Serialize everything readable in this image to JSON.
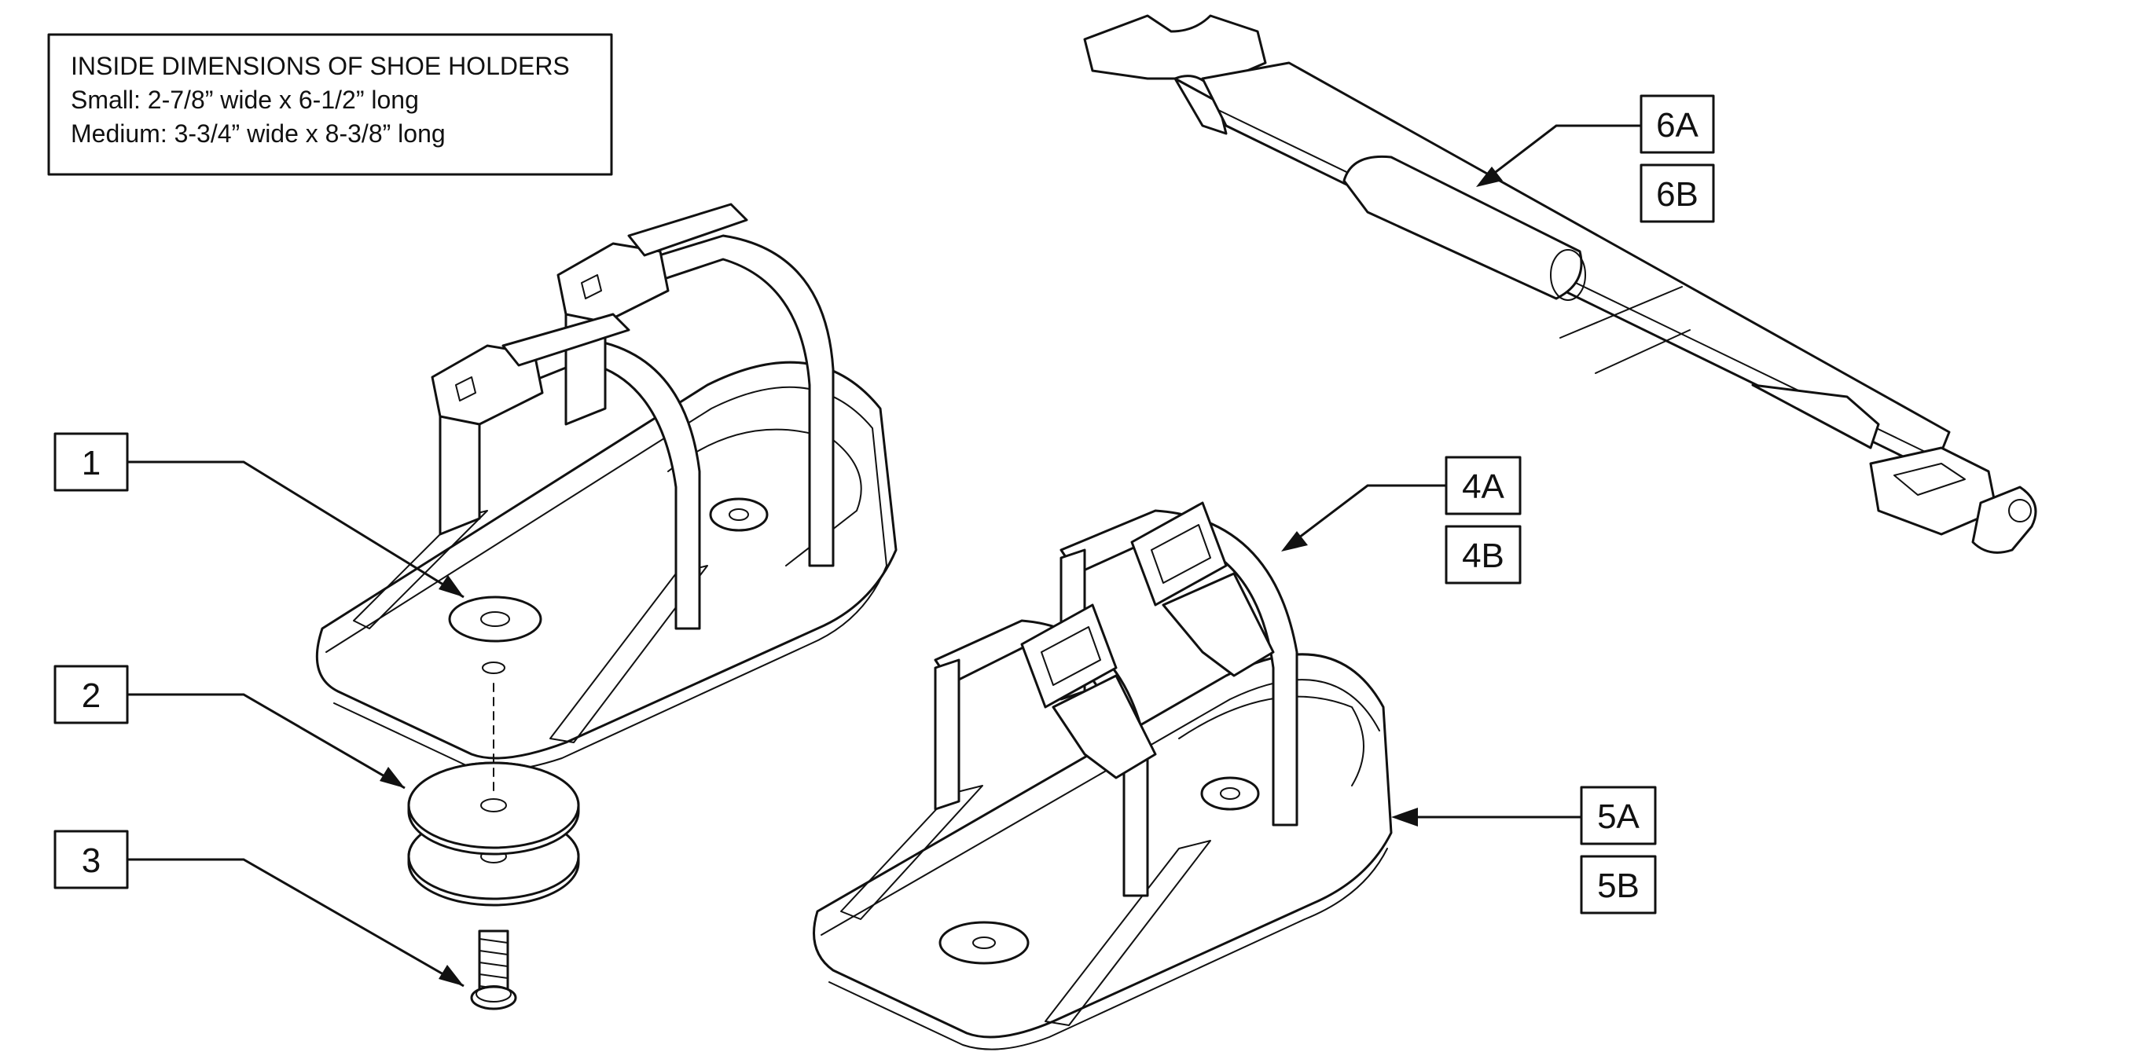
{
  "note": {
    "heading": "INSIDE DIMENSIONS OF SHOE HOLDERS",
    "line1": "Small: 2-7/8” wide x 6-1/2” long",
    "line2": "Medium: 3-3/4” wide x 8-3/8” long"
  },
  "callouts": {
    "c1": "1",
    "c2": "2",
    "c3": "3",
    "c4a": "4A",
    "c4b": "4B",
    "c5a": "5A",
    "c5b": "5B",
    "c6a": "6A",
    "c6b": "6B"
  },
  "colors": {
    "line": "#111111",
    "background": "#ffffff"
  }
}
